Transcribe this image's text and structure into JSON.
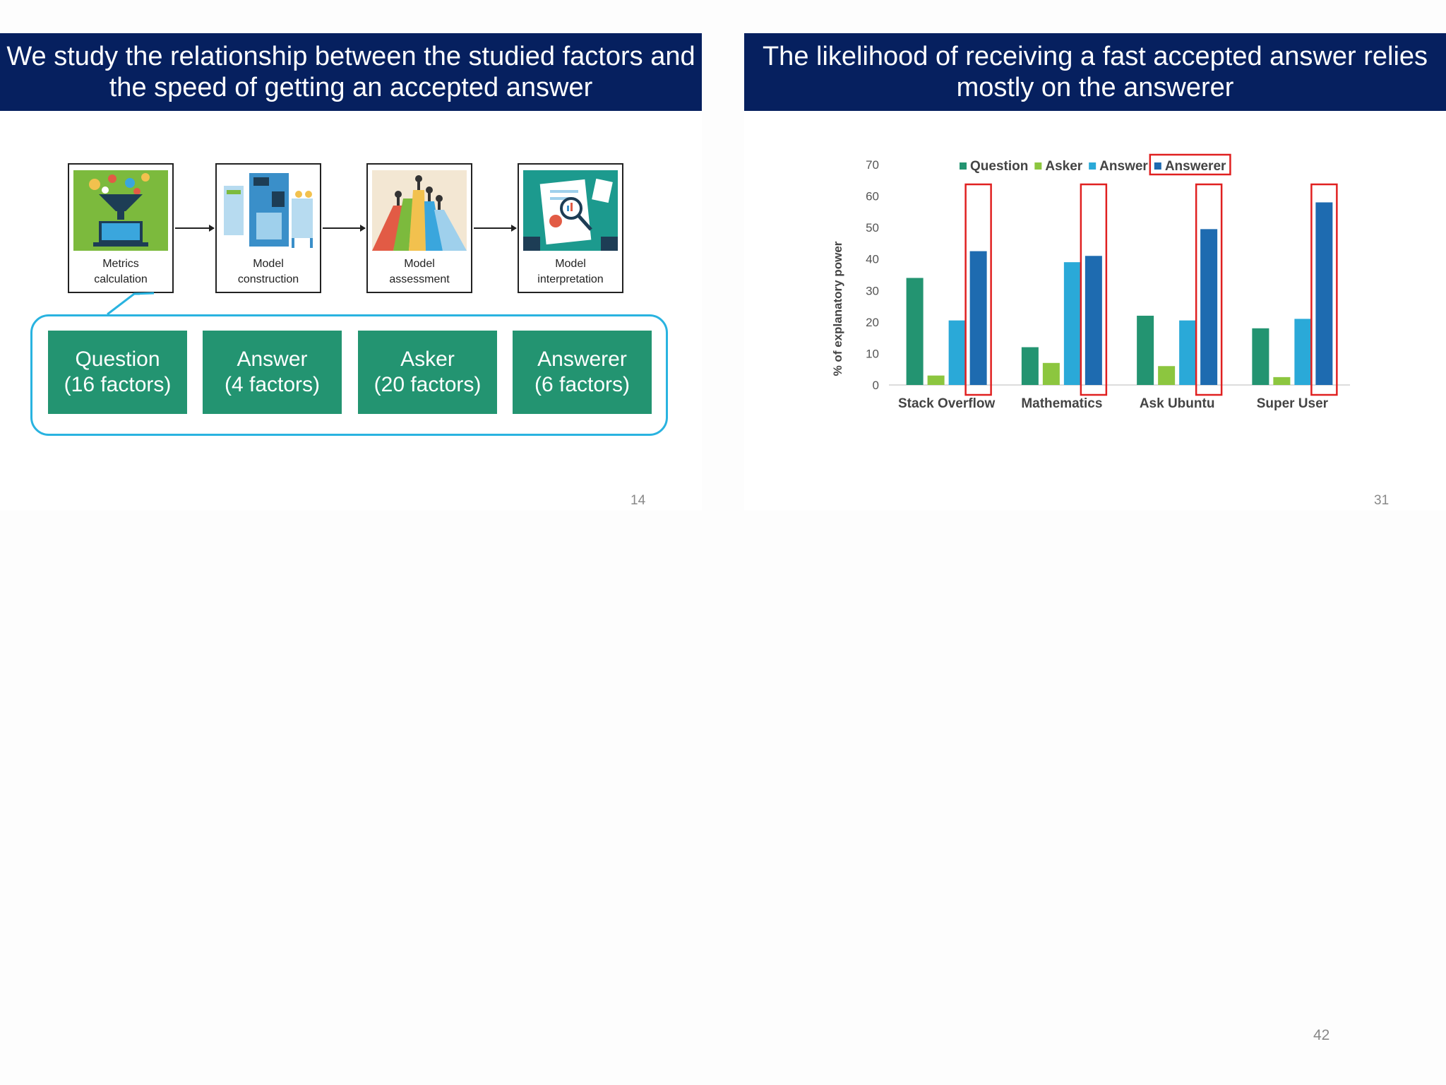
{
  "slides": [
    {
      "title_lines": [
        "We study the relationship between the studied factors and",
        "the speed of getting an accepted answer"
      ],
      "process_steps": [
        {
          "label_lines": [
            "Metrics",
            "calculation"
          ],
          "icon": "funnel-laptop-icon"
        },
        {
          "label_lines": [
            "Model",
            "construction"
          ],
          "icon": "machine-icon"
        },
        {
          "label_lines": [
            "Model",
            "assessment"
          ],
          "icon": "podium-chart-icon"
        },
        {
          "label_lines": [
            "Model",
            "interpretation"
          ],
          "icon": "magnifier-report-icon"
        }
      ],
      "factor_groups": [
        {
          "name": "Question",
          "count": "(16 factors)"
        },
        {
          "name": "Answer",
          "count": "(4 factors)"
        },
        {
          "name": "Asker",
          "count": "(20 factors)"
        },
        {
          "name": "Answerer",
          "count": "(6 factors)"
        }
      ],
      "page_number": "14"
    },
    {
      "title_lines": [
        "The likelihood of receiving a fast accepted answer relies",
        "mostly on the answerer"
      ],
      "page_number": "31"
    }
  ],
  "outer_page_number": "42",
  "colors": {
    "banner": "#06205f",
    "factor_box": "#239471",
    "group_border": "#29b3e0",
    "highlight": "#e02020"
  },
  "chart_data": {
    "type": "bar",
    "categories": [
      "Stack Overflow",
      "Mathematics",
      "Ask Ubuntu",
      "Super User"
    ],
    "series": [
      {
        "name": "Question",
        "color": "#239471",
        "values": [
          34,
          12,
          22,
          18
        ]
      },
      {
        "name": "Asker",
        "color": "#8cc63f",
        "values": [
          3,
          7,
          6,
          2.5
        ]
      },
      {
        "name": "Answer",
        "color": "#2aa9d8",
        "values": [
          20.5,
          39,
          20.5,
          21
        ]
      },
      {
        "name": "Answerer",
        "color": "#1e6bb0",
        "values": [
          42.5,
          41,
          49.5,
          58
        ]
      }
    ],
    "legend_labels": [
      "Question",
      "Asker",
      "Answer",
      "Answerer"
    ],
    "highlighted_series": "Answerer",
    "ylabel": "% of explanatory power",
    "ylim": [
      0,
      70
    ],
    "yticks": [
      0,
      10,
      20,
      30,
      40,
      50,
      60,
      70
    ],
    "legend_position": "top"
  }
}
